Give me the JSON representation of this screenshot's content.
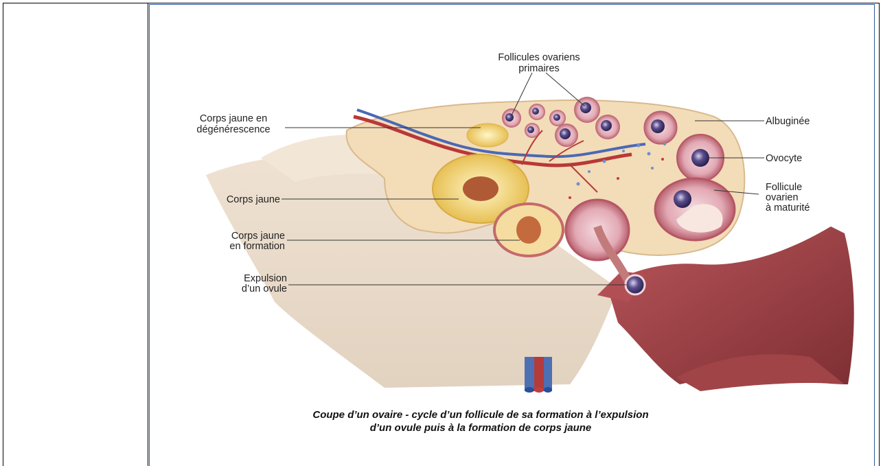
{
  "labels": {
    "primary_follicles_line1": "Follicules ovariens",
    "primary_follicles_line2": "primaires",
    "degenerating_cl_line1": "Corps jaune en",
    "degenerating_cl_line2": "dégénérescence",
    "albuginea": "Albuginée",
    "oocyte": "Ovocyte",
    "mature_follicle_line1": "Follicule",
    "mature_follicle_line2": "ovarien",
    "mature_follicle_line3": "à maturité",
    "corpus_luteum": "Corps jaune",
    "forming_cl_line1": "Corps jaune",
    "forming_cl_line2": "en formation",
    "ovulation_line1": "Expulsion",
    "ovulation_line2": "d’un ovule"
  },
  "caption": {
    "line1": "Coupe d’un ovaire - cycle d’un follicule de sa formation à l’expulsion",
    "line2": "d’un ovule puis à la formation de corps jaune"
  },
  "colors": {
    "ovary_tissue": "#f3dcb8",
    "ligament": "#ead9c6",
    "uterine_tube": "#9a3d3d",
    "follicle": "#c77a86",
    "oocyte": "#4a3d73",
    "corpus_luteum": "#f2d36a",
    "frame_border": "#2b57a3"
  }
}
